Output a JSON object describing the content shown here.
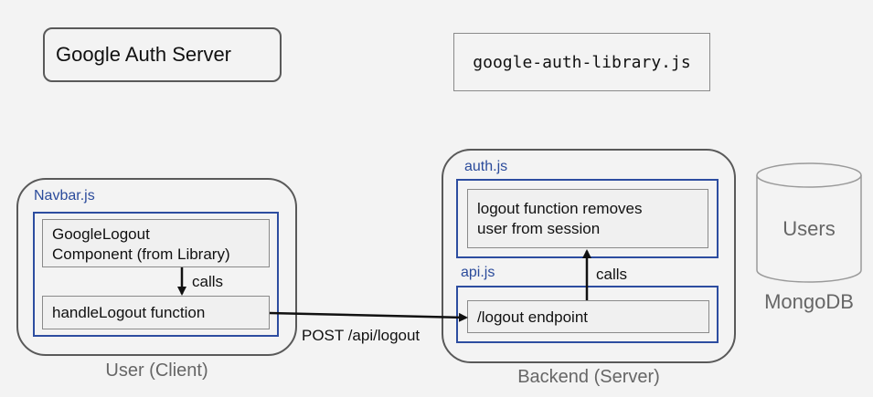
{
  "auth_server": {
    "label": "Google Auth Server"
  },
  "library": {
    "label": "google-auth-library.js"
  },
  "client": {
    "caption": "User (Client)",
    "navbar_title": "Navbar.js",
    "component_label": "GoogleLogout\nComponent (from Library)",
    "calls_label": "calls",
    "handle_label": "handleLogout function"
  },
  "request_label": "POST /api/logout",
  "backend": {
    "caption": "Backend (Server)",
    "auth_title": "auth.js",
    "logout_fn_label": "logout function removes\nuser from session",
    "api_title": "api.js",
    "calls_label": "calls",
    "endpoint_label": "/logout endpoint"
  },
  "database": {
    "label": "Users",
    "caption": "MongoDB"
  },
  "colors": {
    "blue": "#2d4da0",
    "border": "#595959",
    "background": "#f3f3f3"
  }
}
